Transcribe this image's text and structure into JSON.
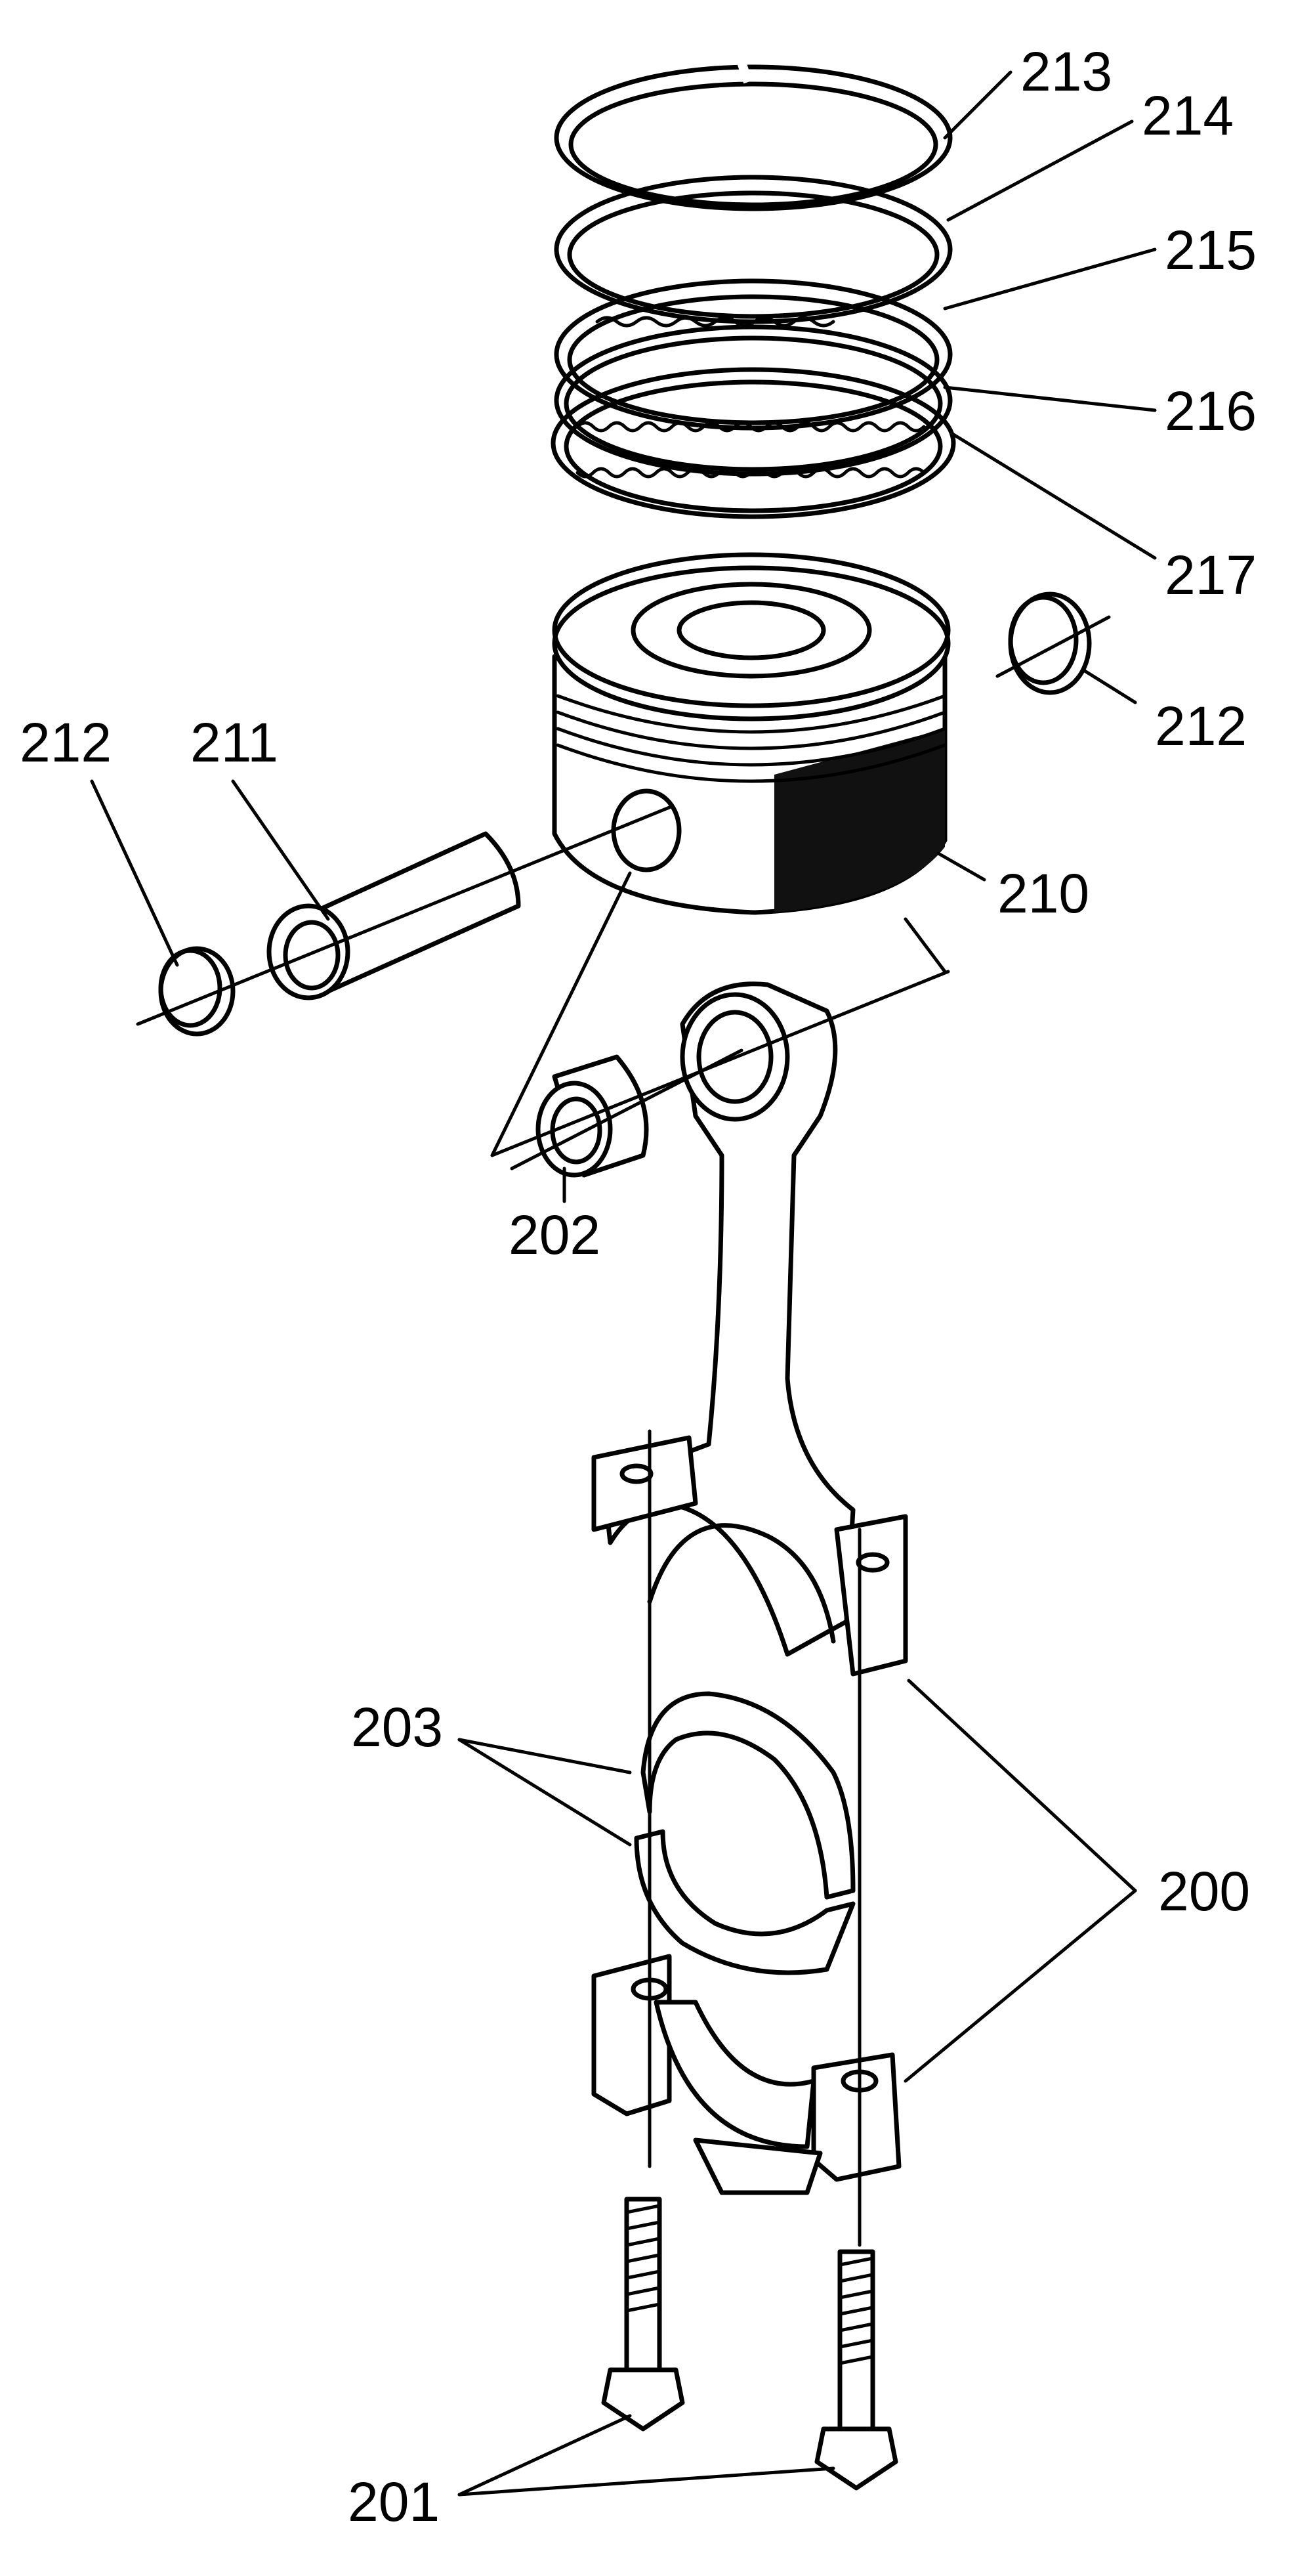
{
  "labels": {
    "l213": "213",
    "l214": "214",
    "l215": "215",
    "l216": "216",
    "l217": "217",
    "l212_left": "212",
    "l211": "211",
    "l212_right": "212",
    "l210": "210",
    "l202": "202",
    "l203": "203",
    "l200": "200",
    "l201": "201"
  }
}
